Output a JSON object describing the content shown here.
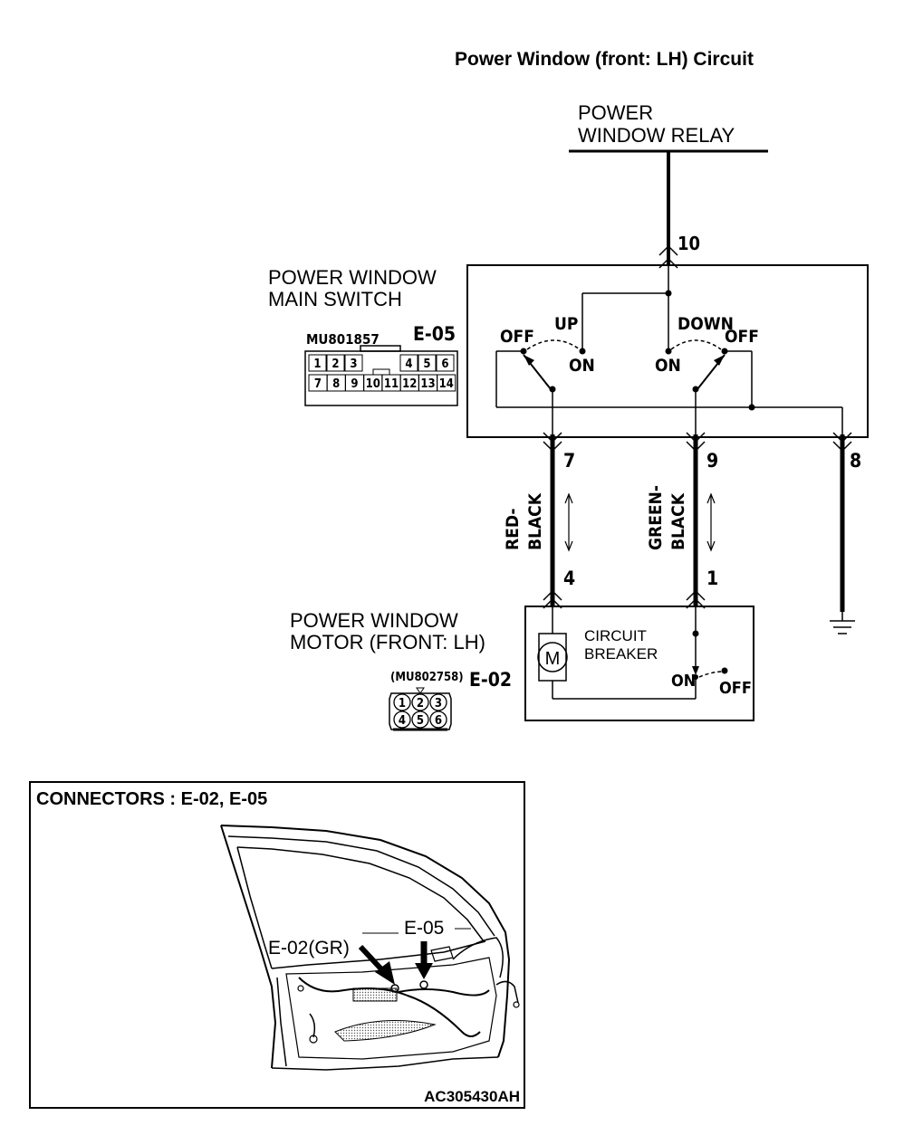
{
  "title": "Power Window (front: LH) Circuit",
  "relay": {
    "line1": "POWER",
    "line2": "WINDOW RELAY"
  },
  "main_switch": {
    "line1": "POWER WINDOW",
    "line2": "MAIN SWITCH",
    "connector_id": "E-05",
    "connector_part": "MU801857",
    "pins_top": [
      "1",
      "2",
      "3",
      "4",
      "5",
      "6"
    ],
    "pins_bottom": [
      "7",
      "8",
      "9",
      "10",
      "11",
      "12",
      "13",
      "14"
    ],
    "up_label": "UP",
    "down_label": "DOWN",
    "off_label": "OFF",
    "on_label": "ON"
  },
  "terminals": {
    "relay_pin": "10",
    "sw_pin_left": "7",
    "sw_pin_right": "9",
    "sw_pin_ground": "8",
    "motor_pin_left": "4",
    "motor_pin_right": "1"
  },
  "wires": {
    "left": {
      "line1": "RED-",
      "line2": "BLACK"
    },
    "right": {
      "line1": "GREEN-",
      "line2": "BLACK"
    }
  },
  "motor": {
    "line1": "POWER WINDOW",
    "line2": "MOTOR (FRONT: LH)",
    "connector_id": "E-02",
    "connector_part": "(MU802758)",
    "pins": [
      "1",
      "2",
      "3",
      "4",
      "5",
      "6"
    ],
    "symbol": "M",
    "breaker_line1": "CIRCUIT",
    "breaker_line2": "BREAKER",
    "on_label": "ON",
    "off_label": "OFF"
  },
  "connectors_panel": {
    "heading": "CONNECTORS : E-02, E-05",
    "label_e02": "E-02(GR)",
    "label_e05": "E-05",
    "figure_code": "AC305430AH"
  }
}
